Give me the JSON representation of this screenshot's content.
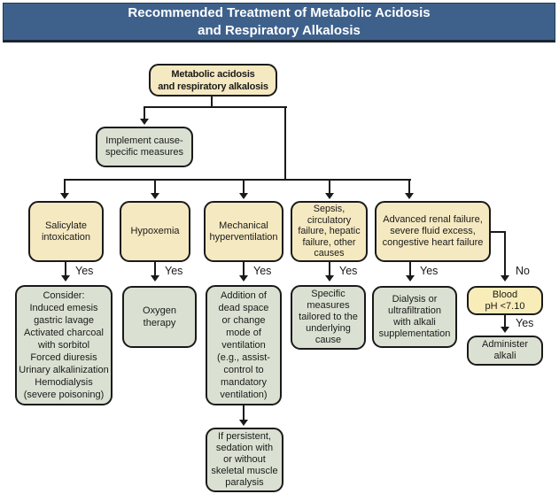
{
  "header": {
    "title_line1": "Recommended Treatment of Metabolic Acidosis",
    "title_line2": "and Respiratory Alkalosis"
  },
  "labels": {
    "yes": "Yes",
    "no": "No"
  },
  "colors": {
    "header_bg": "#3e618c",
    "box_yellow": "#f5e9c1",
    "box_yellow_bright": "#f8ecb8",
    "box_green": "#dbe1d2",
    "border": "#1a1a1a",
    "line": "#1a1a1a",
    "title_text": "#ffffff"
  },
  "root": {
    "text": "Metabolic acidosis\nand respiratory alkalosis"
  },
  "implement": {
    "text": "Implement cause-\nspecific measures"
  },
  "columns": [
    {
      "condition": "Salicylate\nintoxication",
      "treatment": "Consider:\nInduced emesis\ngastric lavage\nActivated charcoal\nwith sorbitol\nForced diuresis\nUrinary alkalinization\nHemodialysis\n(severe poisoning)"
    },
    {
      "condition": "Hypoxemia",
      "treatment": "Oxygen\ntherapy"
    },
    {
      "condition": "Mechanical\nhyperventilation",
      "treatment": "Addition of\ndead space\nor change\nmode of\nventilation\n(e.g., assist-\ncontrol to\nmandatory\nventilation)",
      "followup": "If persistent,\nsedation with\nor without\nskeletal muscle\nparalysis"
    },
    {
      "condition": "Sepsis,\ncirculatory\nfailure, hepatic\nfailure, other\ncauses",
      "treatment": "Specific\nmeasures\ntailored to the\nunderlying\ncause"
    },
    {
      "condition": "Advanced renal failure,\nsevere fluid excess,\ncongestive heart failure",
      "treatment": "Dialysis or\nultrafiltration\nwith alkali\nsupplementation"
    }
  ],
  "no_branch": {
    "check": "Blood\npH <7.10",
    "action": "Administer\nalkali"
  }
}
